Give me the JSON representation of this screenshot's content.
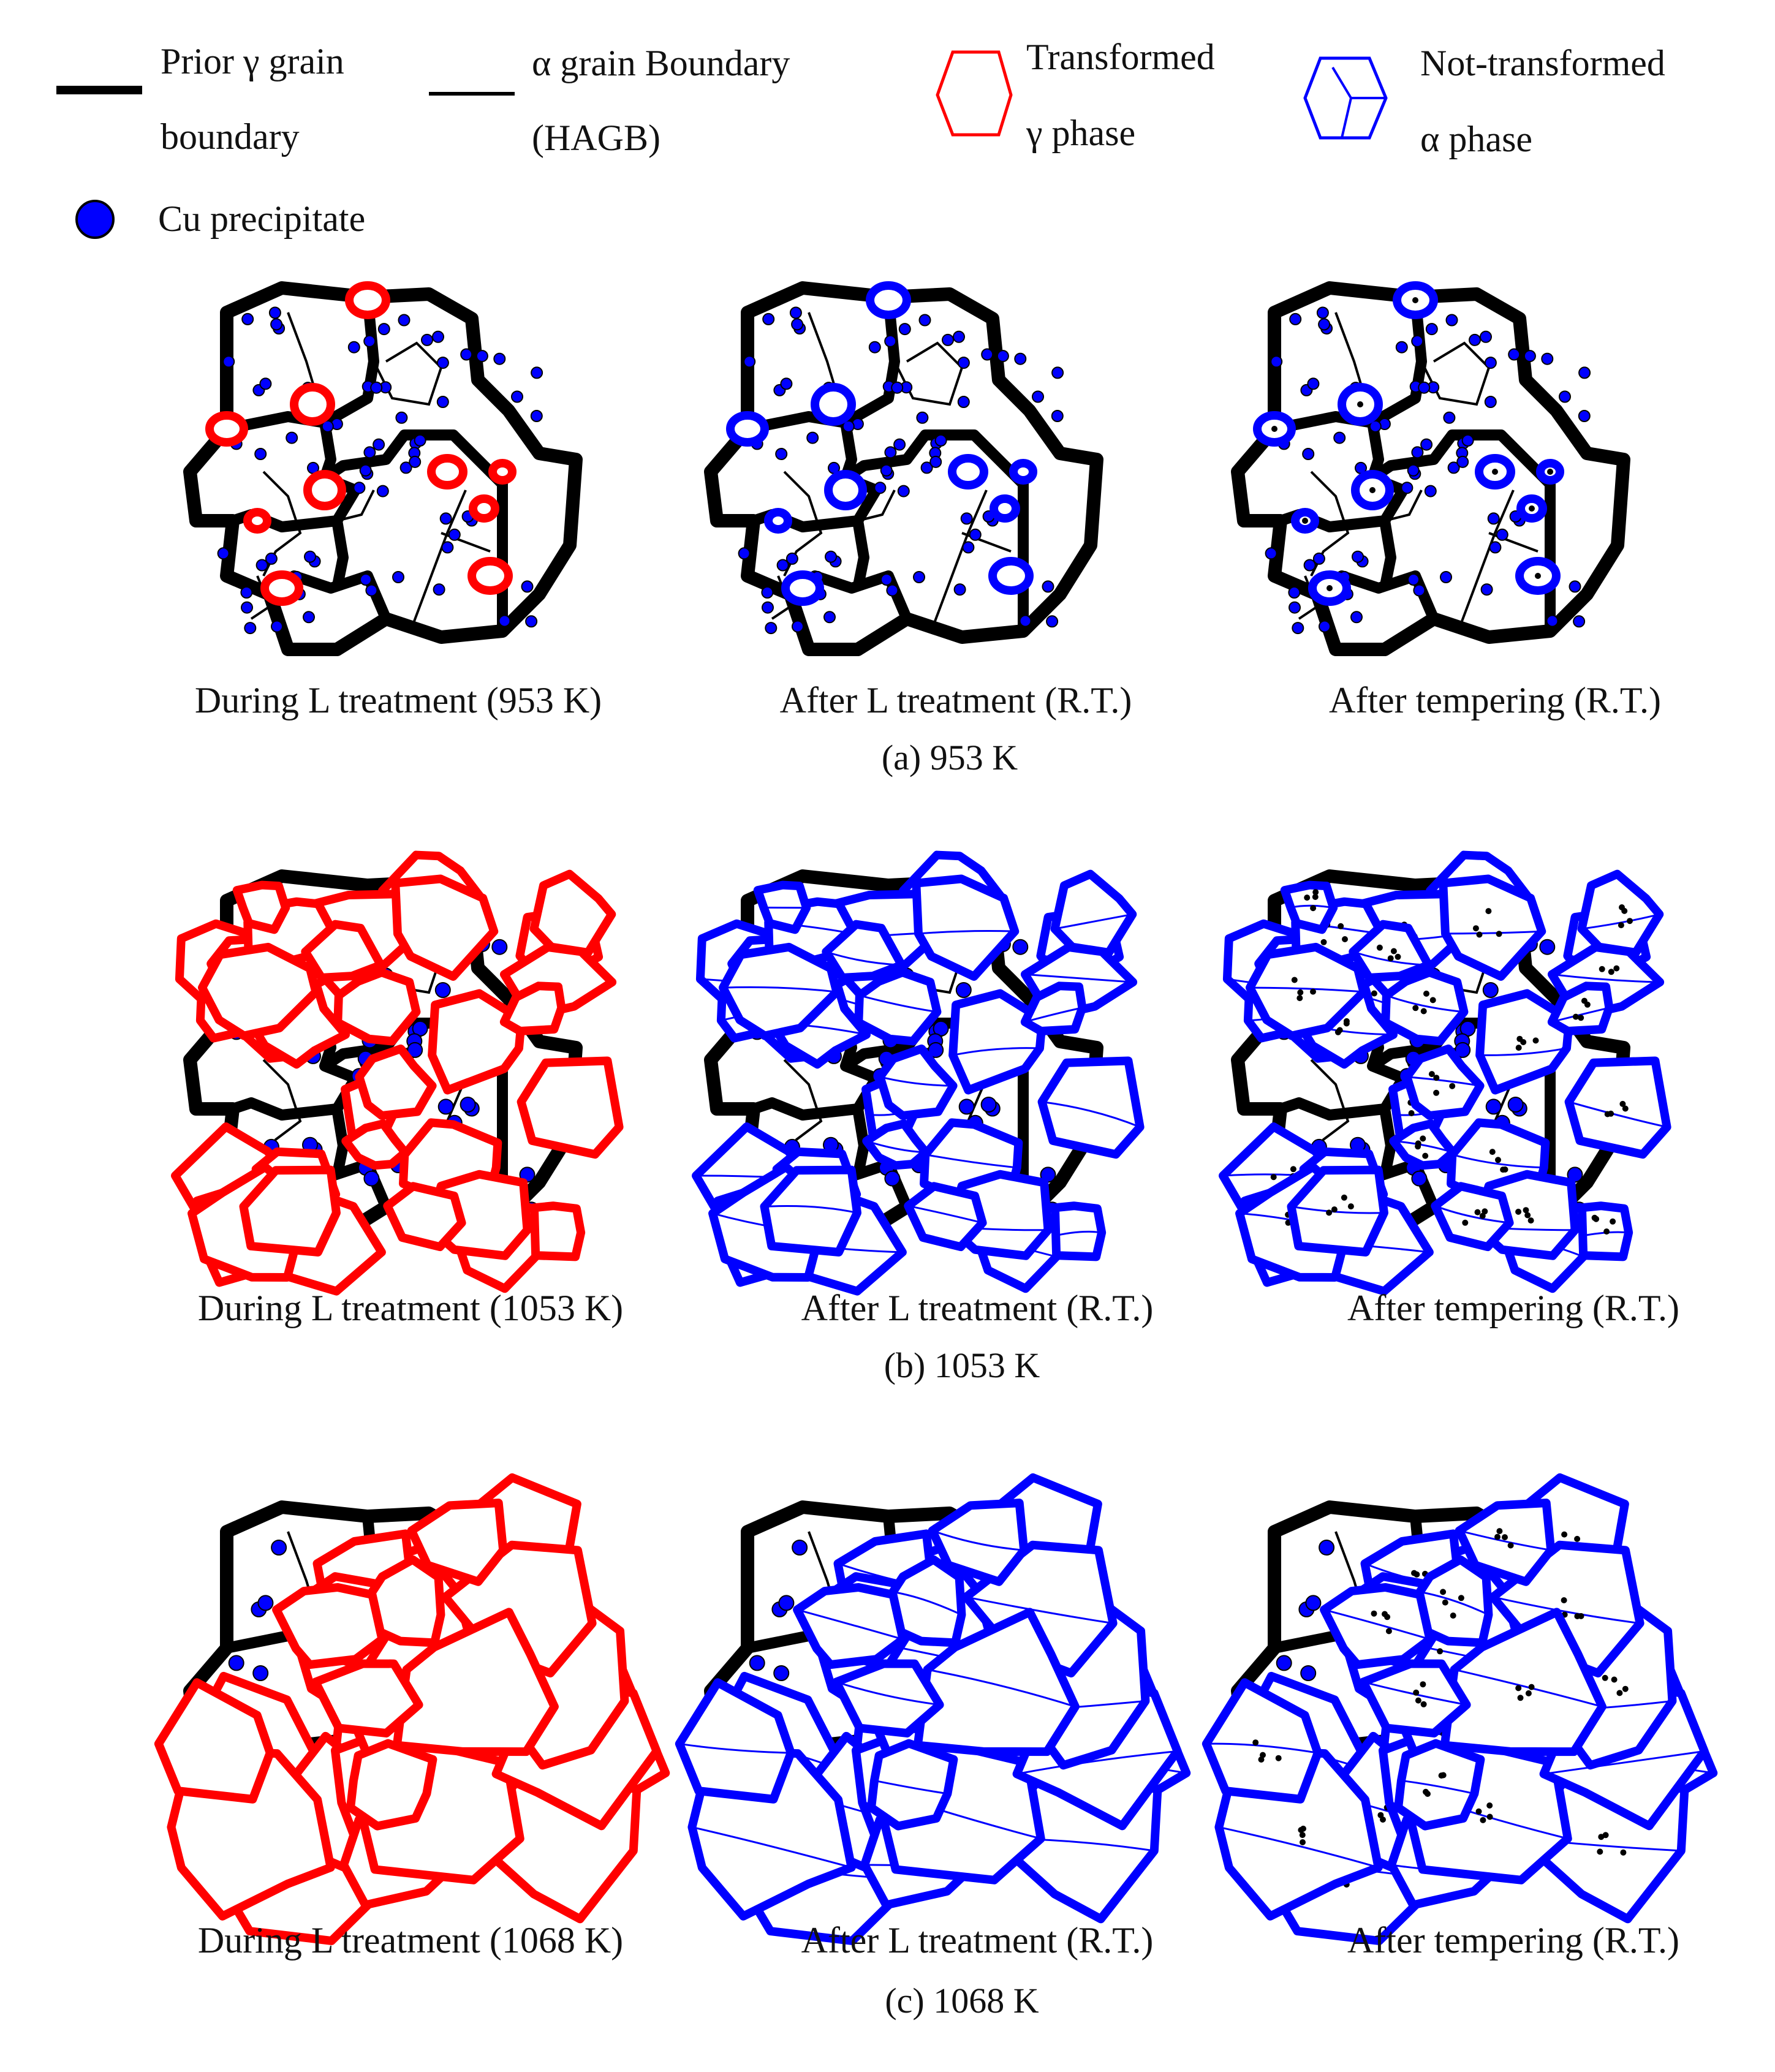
{
  "legend": {
    "prior_gamma": [
      "Prior γ grain",
      "boundary"
    ],
    "alpha_boundary": [
      "α grain Boundary",
      "(HAGB)"
    ],
    "transformed": [
      "Transformed",
      "γ phase"
    ],
    "not_transformed": [
      "Not-transformed",
      "α phase"
    ],
    "cu": "Cu precipitate"
  },
  "colors": {
    "boundary": "#000000",
    "transformed": "#ff0000",
    "not_transformed": "#0000ff",
    "precipitate": "#0000ff"
  },
  "rows": [
    {
      "caption": "(a)  953 K",
      "panels": [
        "During L treatment (953 K)",
        "After L treatment (R.T.)",
        "After tempering (R.T.)"
      ]
    },
    {
      "caption": "(b)  1053 K",
      "panels": [
        "During L treatment (1053 K)",
        "After L treatment (R.T.)",
        "After tempering (R.T.)"
      ]
    },
    {
      "caption": "(c)  1068 K",
      "panels": [
        "During L treatment (1068 K)",
        "After L treatment (R.T.)",
        "After tempering (R.T.)"
      ]
    }
  ]
}
